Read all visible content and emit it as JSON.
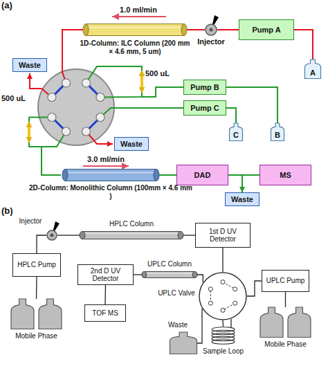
{
  "diagram": {
    "nodes": [
      {
        "text": [
          "Pump A"
        ]
      },
      {
        "text": [
          "A"
        ]
      },
      {
        "text": [
          "Injector"
        ]
      },
      {
        "text": [
          "1D-Column: ILC Column (200 mm × 4.6 mm, 5 um)"
        ]
      },
      {
        "text": [
          "Waste"
        ]
      },
      {
        "text": [
          "Waste"
        ]
      },
      {
        "text": [
          "Pump B"
        ]
      },
      {
        "text": [
          "Pump C"
        ]
      },
      {
        "text": [
          "C"
        ]
      },
      {
        "text": [
          "B"
        ]
      },
      {
        "text": [
          "2D-Column: Monolithic Column (100mm × 4.6 mm )"
        ]
      },
      {
        "text": [
          "DAD"
        ]
      },
      {
        "text": [
          "MS"
        ]
      },
      {
        "text": [
          "Waste"
        ]
      },
      {
        "text": [
          "Injector"
        ]
      },
      {
        "text": [
          "HPLC Column"
        ]
      },
      {
        "text": [
          "1st D UV Detector"
        ]
      },
      {
        "text": [
          "HPLC Pump"
        ]
      },
      {
        "text": [
          "Mobile Phase"
        ]
      },
      {
        "text": [
          "2nd D UV Detector"
        ]
      },
      {
        "text": [
          "UPLC Column"
        ]
      },
      {
        "text": [
          "UPLC Valve"
        ]
      },
      {
        "text": [
          "UPLC Pump"
        ]
      },
      {
        "text": [
          "TOF MS"
        ]
      },
      {
        "text": [
          "Waste"
        ]
      },
      {
        "text": [
          "Sample Loop"
        ]
      },
      {
        "text": [
          "Mobile Phase"
        ]
      }
    ],
    "edges": [
      {
        "from": 1,
        "to": 0,
        "arrow": "none"
      },
      {
        "from": 0,
        "to": 2,
        "arrow": "none"
      },
      {
        "from": 2,
        "to": 3,
        "arrow": "none"
      },
      {
        "from": 8,
        "to": 7,
        "arrow": "none"
      },
      {
        "from": 9,
        "to": 6,
        "arrow": "none"
      },
      {
        "from": 10,
        "to": 11,
        "arrow": "none"
      },
      {
        "from": 11,
        "to": 12,
        "arrow": "none"
      },
      {
        "from": 11,
        "to": 13,
        "arrow": "to"
      },
      {
        "from": 17,
        "to": 14,
        "arrow": "none"
      },
      {
        "from": 14,
        "to": 15,
        "arrow": "none"
      },
      {
        "from": 15,
        "to": 16,
        "arrow": "none"
      },
      {
        "from": 16,
        "to": 21,
        "arrow": "none"
      },
      {
        "from": 22,
        "to": 21,
        "arrow": "none"
      },
      {
        "from": 21,
        "to": 20,
        "arrow": "none"
      },
      {
        "from": 20,
        "to": 19,
        "arrow": "none"
      },
      {
        "from": 19,
        "to": 23,
        "arrow": "none"
      },
      {
        "from": 21,
        "to": 24,
        "arrow": "none"
      },
      {
        "from": 21,
        "to": 25,
        "arrow": "none"
      },
      {
        "from": 18,
        "to": 17,
        "arrow": "none"
      },
      {
        "from": 26,
        "to": 22,
        "arrow": "none"
      }
    ],
    "labels": [
      "(a)",
      "1.0 ml/min",
      "500 uL",
      "500 uL",
      "3.0 ml/min",
      "(b)"
    ]
  }
}
